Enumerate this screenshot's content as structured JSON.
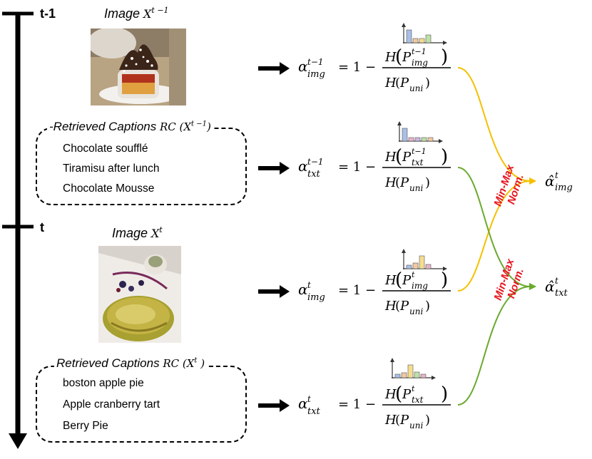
{
  "timeline": {
    "step_prev": "t-1",
    "step_curr": "t"
  },
  "images": {
    "prev_label_text": "Image ",
    "prev_label_math": "X",
    "prev_label_sup": "t −1",
    "curr_label_text": "Image ",
    "curr_label_math": "X",
    "curr_label_sup": "t"
  },
  "captions": {
    "prev_title_text": "-Retrieved Captions ",
    "prev_title_math": "RC (X",
    "prev_title_sup": "t −1",
    "prev_title_close": ")",
    "prev_items": [
      "Chocolate soufflé",
      "Tiramisu after lunch",
      "Chocolate Mousse"
    ],
    "curr_title_text": "Retrieved Captions ",
    "curr_title_math": "RC (X",
    "curr_title_sup": "t",
    "curr_title_close": " )",
    "curr_items": [
      "boston apple pie",
      "Apple cranberry tart",
      "Berry Pie"
    ]
  },
  "formulas": [
    {
      "alpha_sub": "img",
      "alpha_sup": "t−1",
      "p_sub": "img",
      "p_sup": "t−1",
      "uni": "uni"
    },
    {
      "alpha_sub": "txt",
      "alpha_sup": "t−1",
      "p_sub": "txt",
      "p_sup": "t−1",
      "uni": "uni"
    },
    {
      "alpha_sub": "img",
      "alpha_sup": "t",
      "p_sub": "img",
      "p_sup": "t",
      "uni": "uni"
    },
    {
      "alpha_sub": "txt",
      "alpha_sup": "t",
      "p_sub": "txt",
      "p_sup": "t",
      "uni": "uni"
    }
  ],
  "formula_text": {
    "one_minus": "= 1 −",
    "H": "H",
    "P": "P",
    "alpha": "α"
  },
  "outputs": {
    "img_symbol": "α̂",
    "img_sup": "t",
    "img_sub": "img",
    "txt_symbol": "α̂",
    "txt_sup": "t",
    "txt_sub": "txt"
  },
  "norm_label": {
    "line1": "Min-Max",
    "line2": "Norm."
  },
  "colors": {
    "img_curve": "#f5c000",
    "txt_curve": "#6aaa2e",
    "minmax": "#e8141c",
    "bar_blue": "#a9bfe6",
    "bar_orange": "#f2c9a0",
    "bar_yellow": "#f5dd90",
    "bar_green": "#bfe0a8",
    "bar_pink": "#e8b4c8",
    "bar_purple": "#c9b8e0"
  },
  "icons": {
    "histogram": "histogram-icon",
    "arrow": "right-arrow-icon"
  }
}
